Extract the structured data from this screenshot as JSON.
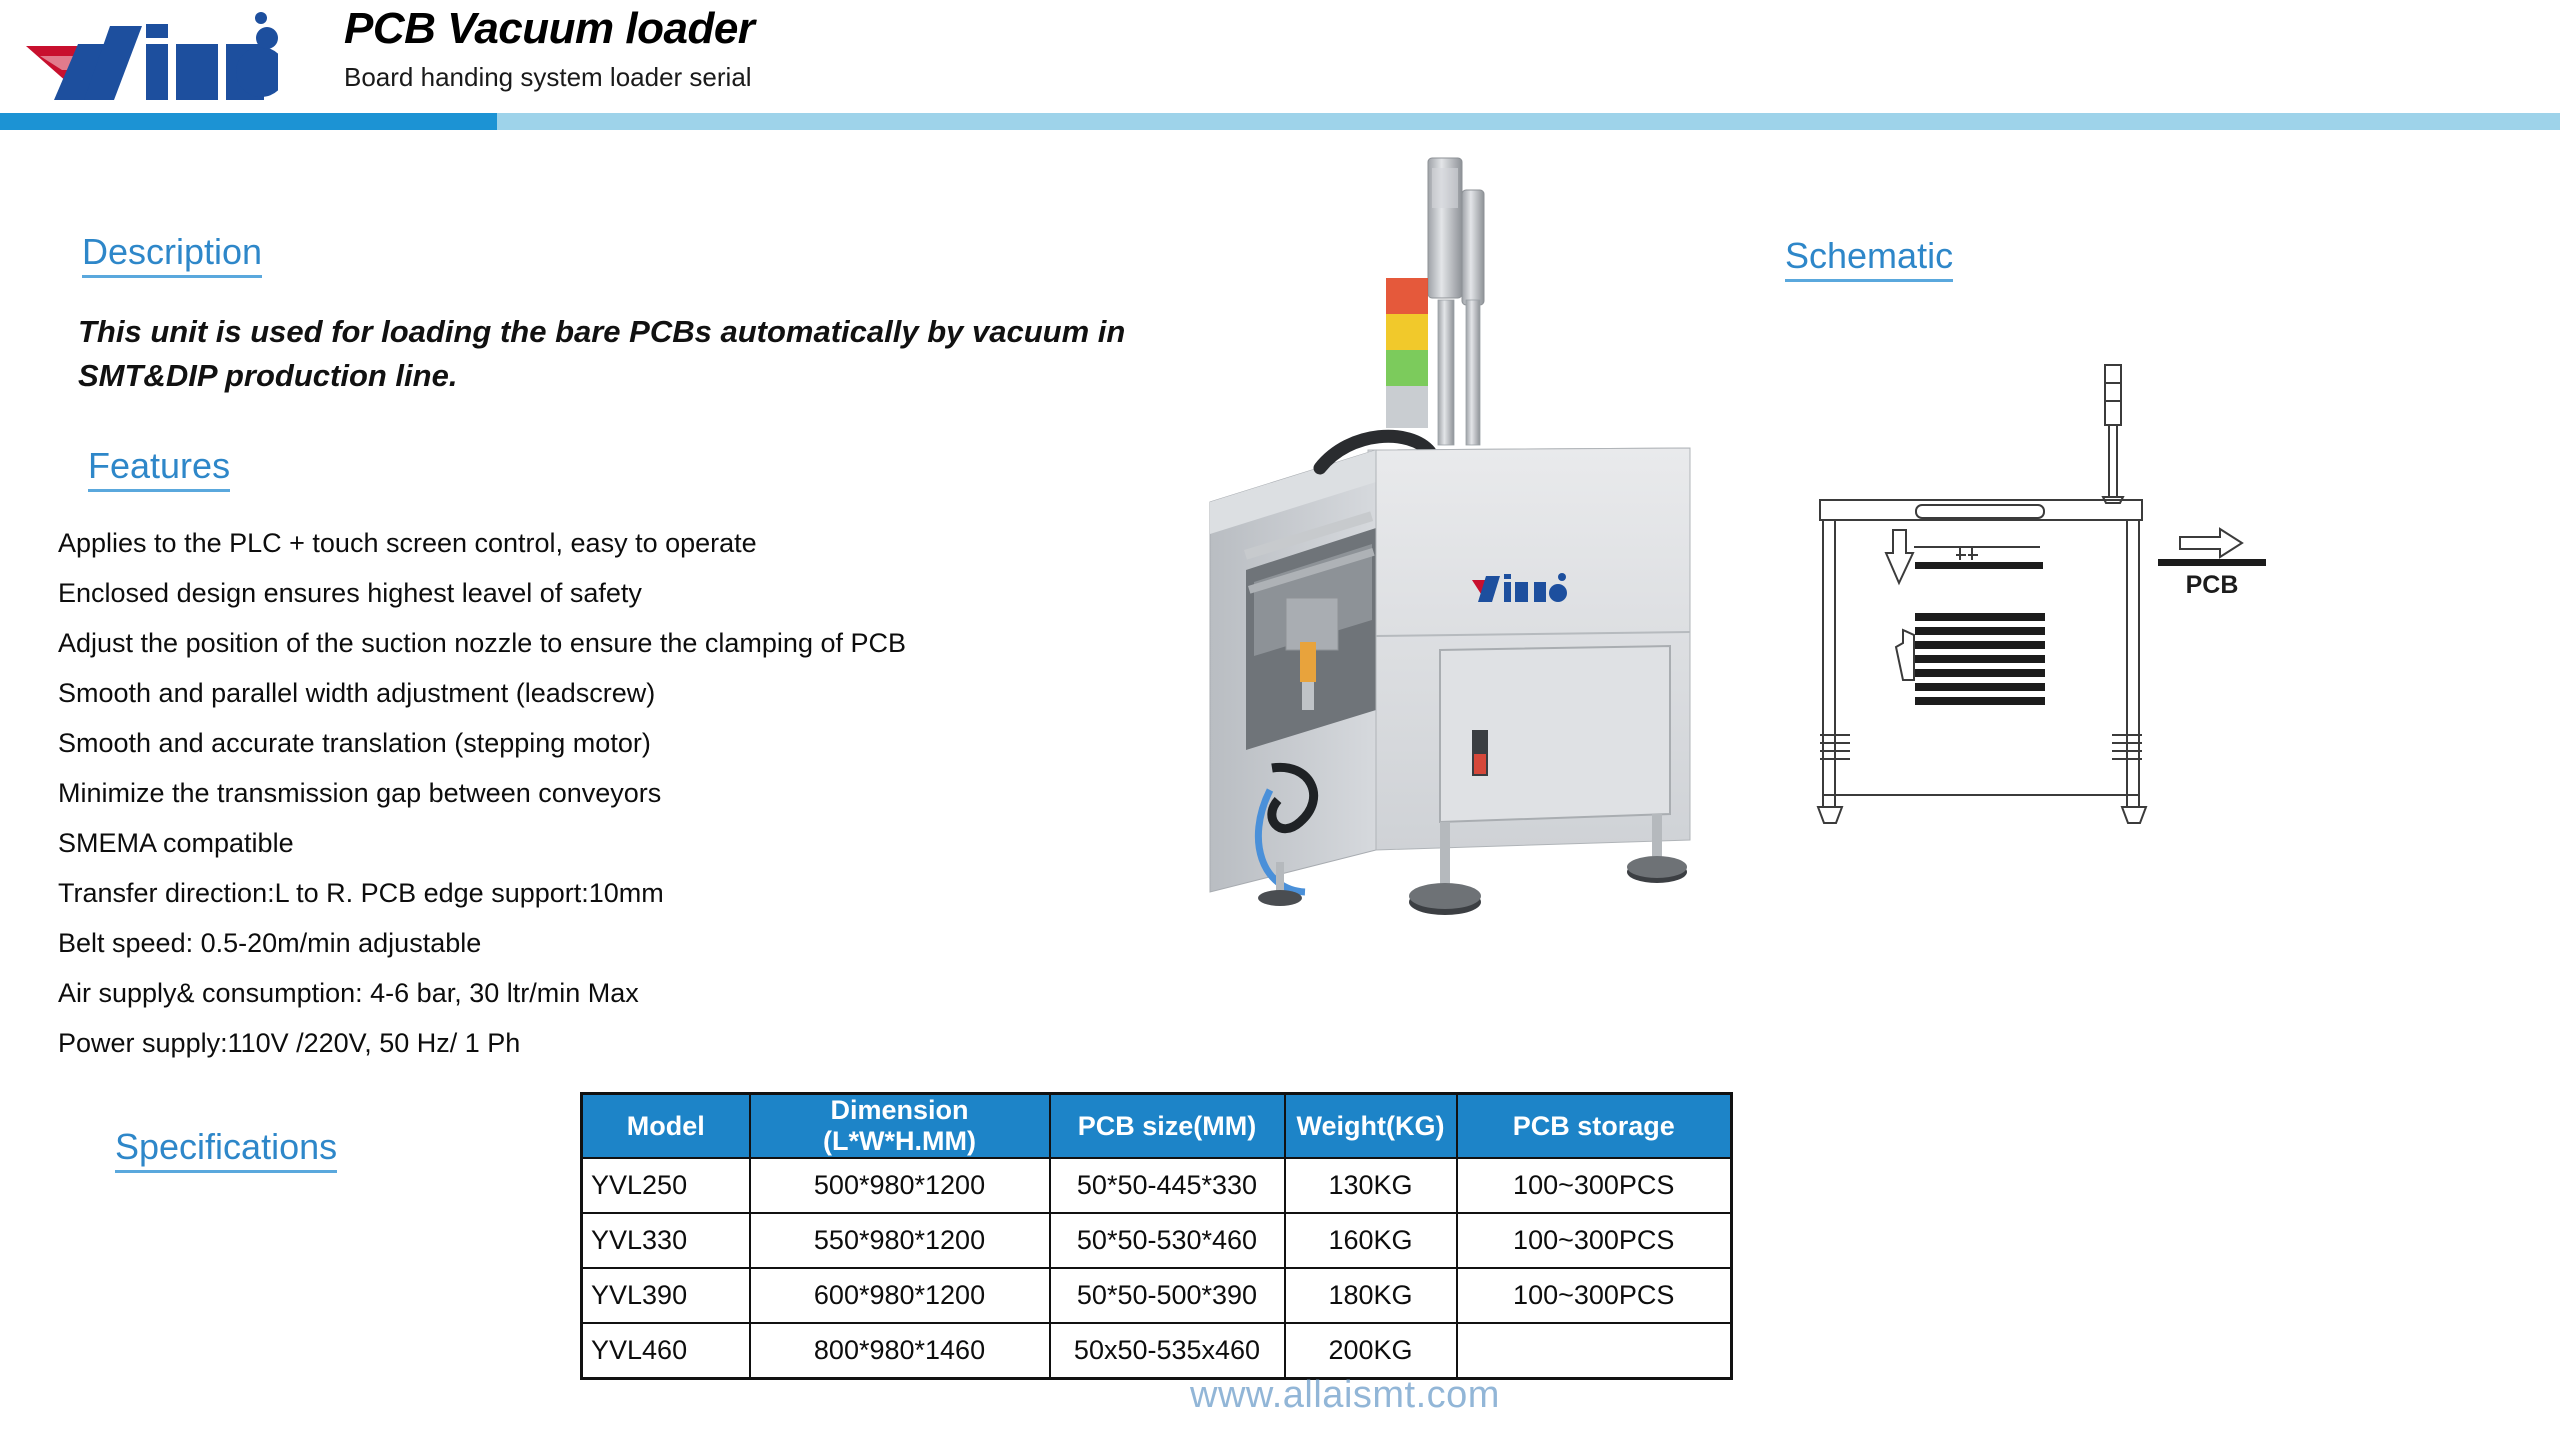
{
  "header": {
    "logo_text": "yinuo",
    "logo_colors": {
      "red": "#c8102e",
      "blue": "#1d4f9e"
    },
    "title": "PCB Vacuum loader",
    "subtitle": "Board handing system loader serial",
    "accent_left_color": "#1c93d4",
    "accent_right_color": "#9ed3ea"
  },
  "description": {
    "heading": "Description",
    "body": "This unit is used for loading the bare PCBs automatically by vacuum in SMT&DIP production line."
  },
  "features": {
    "heading": "Features",
    "items": [
      "Applies to the PLC + touch screen control, easy to operate",
      "Enclosed design ensures highest leavel of safety",
      "Adjust the position of the suction nozzle to ensure the clamping of PCB",
      "Smooth and parallel width adjustment (leadscrew)",
      "Smooth and accurate translation (stepping motor)",
      "Minimize the transmission gap between conveyors",
      "SMEMA compatible",
      "Transfer direction:L to R.  PCB edge support:10mm",
      "Belt speed: 0.5-20m/min adjustable",
      "Air supply& consumption: 4-6 bar, 30 ltr/min Max",
      "Power supply:110V /220V, 50 Hz/ 1 Ph"
    ]
  },
  "product_photo": {
    "machine_logo_text": "yinuo",
    "alt": "PCB vacuum loader machine, grey cabinet with signal tower and touch screen"
  },
  "schematic": {
    "heading": "Schematic",
    "pcb_label": "PCB"
  },
  "specifications": {
    "heading": "Specifications",
    "header_bg": "#1d84c8",
    "columns": [
      "Model",
      "Dimension (L*W*H.MM)",
      "PCB size(MM)",
      "Weight(KG)",
      "PCB storage"
    ],
    "rows": [
      {
        "model": "YVL250",
        "dimension": "500*980*1200",
        "pcb_size": "50*50-445*330",
        "weight": "130KG",
        "storage": "100~300PCS"
      },
      {
        "model": "YVL330",
        "dimension": "550*980*1200",
        "pcb_size": "50*50-530*460",
        "weight": "160KG",
        "storage": "100~300PCS"
      },
      {
        "model": "YVL390",
        "dimension": "600*980*1200",
        "pcb_size": "50*50-500*390",
        "weight": "180KG",
        "storage": "100~300PCS"
      },
      {
        "model": "YVL460",
        "dimension": "800*980*1460",
        "pcb_size": "50x50-535x460",
        "weight": "200KG",
        "storage": ""
      }
    ]
  },
  "footer": {
    "watermark": "www.allaismt.com"
  }
}
